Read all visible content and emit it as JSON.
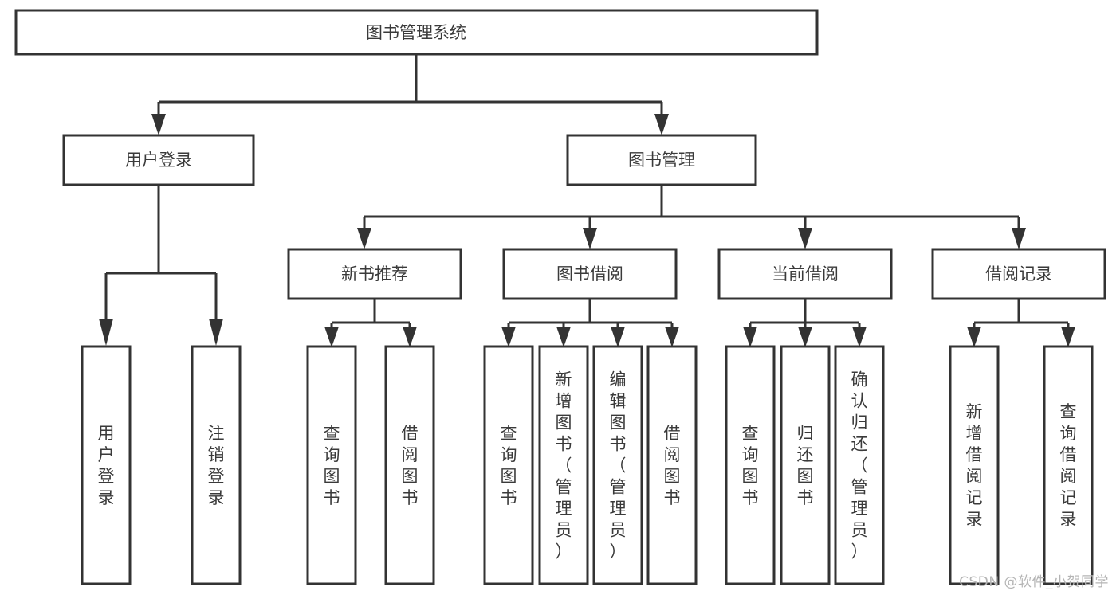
{
  "diagram": {
    "type": "tree",
    "title": "图书管理系统",
    "root": {
      "id": "root",
      "label": "图书管理系统",
      "orientation": "horizontal"
    },
    "level2": [
      {
        "id": "user-login",
        "label": "用户登录",
        "orientation": "horizontal"
      },
      {
        "id": "book-manage",
        "label": "图书管理",
        "orientation": "horizontal"
      }
    ],
    "level3": [
      {
        "id": "new-book-recommend",
        "label": "新书推荐",
        "orientation": "horizontal"
      },
      {
        "id": "book-borrow",
        "label": "图书借阅",
        "orientation": "horizontal"
      },
      {
        "id": "current-borrow",
        "label": "当前借阅",
        "orientation": "horizontal"
      },
      {
        "id": "borrow-record",
        "label": "借阅记录",
        "orientation": "horizontal"
      }
    ],
    "leaves": [
      {
        "id": "leaf-user-login",
        "label": "用户登录",
        "parent": "user-login",
        "orientation": "vertical"
      },
      {
        "id": "leaf-logout-login",
        "label": "注销登录",
        "parent": "user-login",
        "orientation": "vertical"
      },
      {
        "id": "leaf-query-book-1",
        "label": "查询图书",
        "parent": "new-book-recommend",
        "orientation": "vertical"
      },
      {
        "id": "leaf-borrow-book-1",
        "label": "借阅图书",
        "parent": "new-book-recommend",
        "orientation": "vertical"
      },
      {
        "id": "leaf-query-book-2",
        "label": "查询图书",
        "parent": "book-borrow",
        "orientation": "vertical"
      },
      {
        "id": "leaf-add-book",
        "label": "新增图书（管理员）",
        "parent": "book-borrow",
        "orientation": "vertical"
      },
      {
        "id": "leaf-edit-book",
        "label": "编辑图书（管理员）",
        "parent": "book-borrow",
        "orientation": "vertical"
      },
      {
        "id": "leaf-borrow-book-2",
        "label": "借阅图书",
        "parent": "book-borrow",
        "orientation": "vertical"
      },
      {
        "id": "leaf-query-book-3",
        "label": "查询图书",
        "parent": "current-borrow",
        "orientation": "vertical"
      },
      {
        "id": "leaf-return-book",
        "label": "归还图书",
        "parent": "current-borrow",
        "orientation": "vertical"
      },
      {
        "id": "leaf-confirm-return",
        "label": "确认归还（管理员）",
        "parent": "current-borrow",
        "orientation": "vertical"
      },
      {
        "id": "leaf-add-record",
        "label": "新增借阅记录",
        "parent": "borrow-record",
        "orientation": "vertical"
      },
      {
        "id": "leaf-query-record",
        "label": "查询借阅记录",
        "parent": "borrow-record",
        "orientation": "vertical"
      }
    ],
    "colors": {
      "stroke": "#333333",
      "fill": "#ffffff",
      "text": "#3a3a3a",
      "background": "#ffffff",
      "watermark": "#b4b4b4"
    }
  },
  "watermark": {
    "text": "CSDN @软件_小贺同学"
  }
}
